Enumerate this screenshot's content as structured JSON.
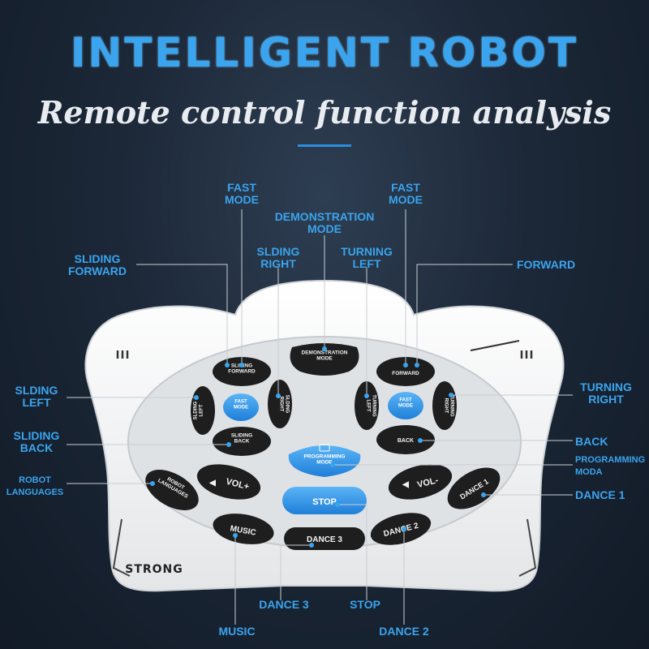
{
  "header": {
    "title": "INTELLIGENT ROBOT",
    "subtitle": "Remote control function analysis"
  },
  "remote": {
    "brand": "STRONG",
    "buttons": {
      "sliding_forward": "SLIDING\nFORWARD",
      "fast_mode_left": "FAST\nMODE",
      "sliding_right": "SLDING\nRIGHT",
      "sliding_left": "SLDING\nLEFT",
      "sliding_back": "SLIDING\nBACK",
      "demonstration_mode": "DEMONSTRATION\nMODE",
      "forward": "FORWARD",
      "fast_mode_right": "FAST\nMODE",
      "turning_left": "TURNING\nLEFT",
      "turning_right": "TURNING\nRIGHT",
      "back": "BACK",
      "programming_mode": "PROGRAMMING\nMODE",
      "robot_languages": "ROBOT\nLANGUAGES",
      "vol_plus": "VOL+",
      "vol_minus": "VOL-",
      "stop": "STOP",
      "dance_1": "DANCE 1",
      "dance_2": "DANCE 2",
      "dance_3": "DANCE 3",
      "music": "MUSIC"
    }
  },
  "callouts": {
    "fast_mode_left": "FAST\nMODE",
    "fast_mode_right": "FAST\nMODE",
    "demonstration_mode": "DEMONSTRATION\nMODE",
    "sliding_forward": "SLIDING\nFORWARD",
    "sliding_right": "SLDING\nRIGHT",
    "turning_left": "TURNING\nLEFT",
    "forward": "FORWARD",
    "sliding_left": "SLDING\nLEFT",
    "turning_right": "TURNING\nRIGHT",
    "sliding_back": "SLIDING\nBACK",
    "back": "BACK",
    "programming_moda": "PROGRAMMING\nMODA",
    "robot_languages": "ROBOT\nLANGUAGES",
    "dance_1": "DANCE 1",
    "dance_3": "DANCE 3",
    "stop": "STOP",
    "music": "MUSIC",
    "dance_2": "DANCE 2"
  },
  "colors": {
    "accent": "#3aa4ee",
    "button_dark": "#1e1e1e",
    "button_blue": "#2e8ee6",
    "body": "#f3f3f3"
  }
}
